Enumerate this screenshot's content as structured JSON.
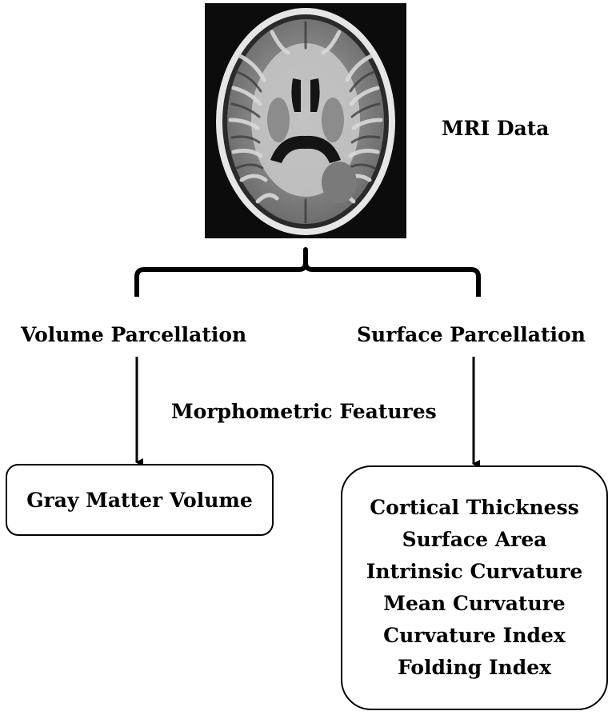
{
  "diagram": {
    "source_label": "MRI Data",
    "branch_left_label": "Volume Parcellation",
    "branch_right_label": "Surface Parcellation",
    "middle_label": "Morphometric Features",
    "left_box": {
      "text": "Gray Matter Volume"
    },
    "right_box": {
      "features": [
        "Cortical Thickness",
        "Surface Area",
        "Intrinsic Curvature",
        "Mean Curvature",
        "Curvature Index",
        "Folding Index"
      ]
    },
    "mri_image_icon": "brain-mri-axial-slice-icon"
  }
}
